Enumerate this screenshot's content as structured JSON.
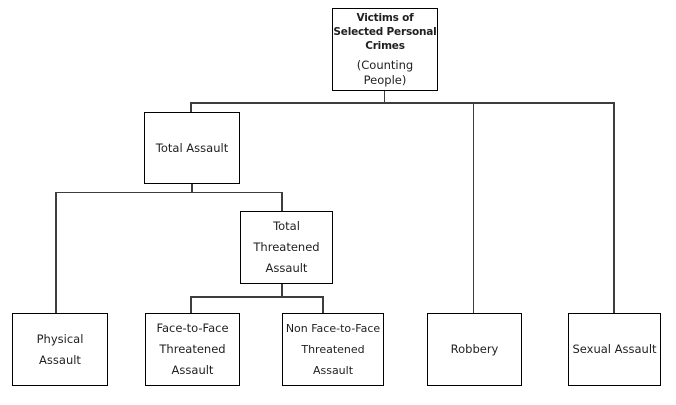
{
  "diagram": {
    "type": "hierarchy-tree",
    "title": "Victims of Selected Personal Crimes (Counting People)",
    "colors": {
      "background": "#ffffff",
      "box_fill": "#ffffff",
      "box_border": "#000000",
      "connector": "#3d3d3d",
      "text": "#1f1f1f"
    },
    "root": {
      "title": "Victims of\nSelected Personal\nCrimes",
      "subtitle": "(Counting\nPeople)"
    },
    "nodes": {
      "total_assault": "Total Assault",
      "total_threatened_assault": "Total\nThreatened\nAssault",
      "physical_assault": "Physical\nAssault",
      "face_to_face_threatened_assault": "Face-to-Face\nThreatened\nAssault",
      "non_face_to_face_threatened_assault": "Non Face-to-Face\nThreatened\nAssault",
      "robbery": "Robbery",
      "sexual_assault": "Sexual Assault"
    },
    "edges": [
      {
        "from": "Victims of Selected Personal Crimes (Counting People)",
        "to": "Total Assault"
      },
      {
        "from": "Victims of Selected Personal Crimes (Counting People)",
        "to": "Robbery"
      },
      {
        "from": "Victims of Selected Personal Crimes (Counting People)",
        "to": "Sexual Assault"
      },
      {
        "from": "Total Assault",
        "to": "Physical Assault"
      },
      {
        "from": "Total Assault",
        "to": "Total Threatened Assault"
      },
      {
        "from": "Total Threatened Assault",
        "to": "Face-to-Face Threatened Assault"
      },
      {
        "from": "Total Threatened Assault",
        "to": "Non Face-to-Face Threatened Assault"
      }
    ]
  }
}
